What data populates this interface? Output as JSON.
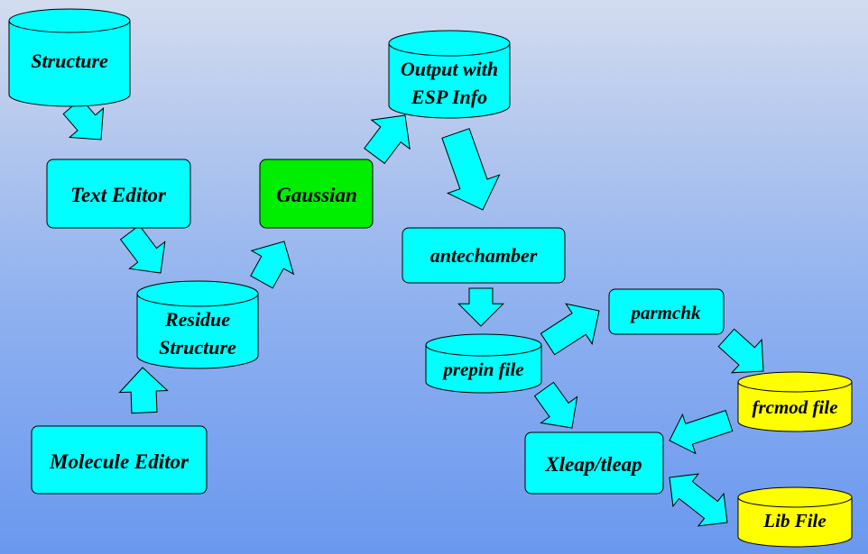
{
  "colors": {
    "cyan": "#00ffff",
    "green": "#00ee00",
    "yellow": "#ffff00",
    "arrow": "#00ffff",
    "outline": "#000000"
  },
  "nodes": {
    "structure": {
      "label": "Structure",
      "shape": "cylinder",
      "color": "cyan"
    },
    "text_editor": {
      "label": "Text Editor",
      "shape": "box",
      "color": "cyan"
    },
    "residue_structure": {
      "line1": "Residue",
      "line2": "Structure",
      "shape": "cylinder",
      "color": "cyan"
    },
    "molecule_editor": {
      "label": "Molecule Editor",
      "shape": "box",
      "color": "cyan"
    },
    "gaussian": {
      "label": "Gaussian",
      "shape": "box",
      "color": "green"
    },
    "output_esp": {
      "line1": "Output with",
      "line2": "ESP Info",
      "shape": "cylinder",
      "color": "cyan"
    },
    "antechamber": {
      "label": "antechamber",
      "shape": "box",
      "color": "cyan"
    },
    "prepin_file": {
      "label": "prepin file",
      "shape": "cylinder",
      "color": "cyan"
    },
    "parmchk": {
      "label": "parmchk",
      "shape": "box",
      "color": "cyan"
    },
    "frcmod_file": {
      "label": "frcmod file",
      "shape": "cylinder",
      "color": "yellow"
    },
    "xleap_tleap": {
      "label": "Xleap/tleap",
      "shape": "box",
      "color": "cyan"
    },
    "lib_file": {
      "label": "Lib File",
      "shape": "cylinder",
      "color": "yellow"
    }
  },
  "edges": [
    {
      "from": "structure",
      "to": "text_editor"
    },
    {
      "from": "text_editor",
      "to": "residue_structure"
    },
    {
      "from": "molecule_editor",
      "to": "residue_structure"
    },
    {
      "from": "residue_structure",
      "to": "gaussian"
    },
    {
      "from": "gaussian",
      "to": "output_esp"
    },
    {
      "from": "output_esp",
      "to": "antechamber"
    },
    {
      "from": "antechamber",
      "to": "prepin_file"
    },
    {
      "from": "prepin_file",
      "to": "parmchk"
    },
    {
      "from": "prepin_file",
      "to": "xleap_tleap"
    },
    {
      "from": "parmchk",
      "to": "frcmod_file"
    },
    {
      "from": "frcmod_file",
      "to": "xleap_tleap"
    },
    {
      "from": "xleap_tleap",
      "to": "lib_file",
      "bidirectional": true
    }
  ]
}
